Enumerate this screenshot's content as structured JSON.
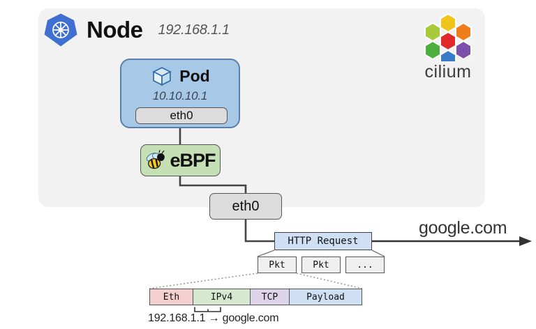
{
  "node": {
    "title": "Node",
    "ip": "192.168.1.1",
    "logo_icon": "kubernetes-icon"
  },
  "brand": {
    "name": "cilium",
    "logo_icon": "cilium-hexagons-icon",
    "hex_colors": {
      "top": "#f0c419",
      "top_left": "#a8c93a",
      "top_right": "#ef7d1a",
      "center": "#e02a2a",
      "left": "#4caf3f",
      "right": "#7d4fa8",
      "bottom": "#3a7bc8"
    }
  },
  "pod": {
    "title": "Pod",
    "ip": "10.10.10.1",
    "icon": "cube-icon",
    "interface": "eth0"
  },
  "ebpf": {
    "label": "eBPF",
    "icon": "bee-icon"
  },
  "node_interface": {
    "label": "eth0"
  },
  "flow": {
    "http_request": "HTTP Request",
    "destination": "google.com",
    "packets": [
      "Pkt",
      "Pkt",
      "..."
    ]
  },
  "packet": {
    "fields": [
      {
        "name": "Eth",
        "color": "#f3cfcf"
      },
      {
        "name": "IPv4",
        "color": "#d6e9d0"
      },
      {
        "name": "TCP",
        "color": "#ddd4ea"
      },
      {
        "name": "Payload",
        "color": "#cfe0f5"
      }
    ],
    "annotation": "192.168.1.1 → google.com"
  },
  "colors": {
    "node_bg": "#f2f2f2",
    "pod_bg": "#a8c8e8",
    "ebpf_bg": "#c5e0b4",
    "iface_bg": "#dcdcdc",
    "line": "#444444"
  }
}
